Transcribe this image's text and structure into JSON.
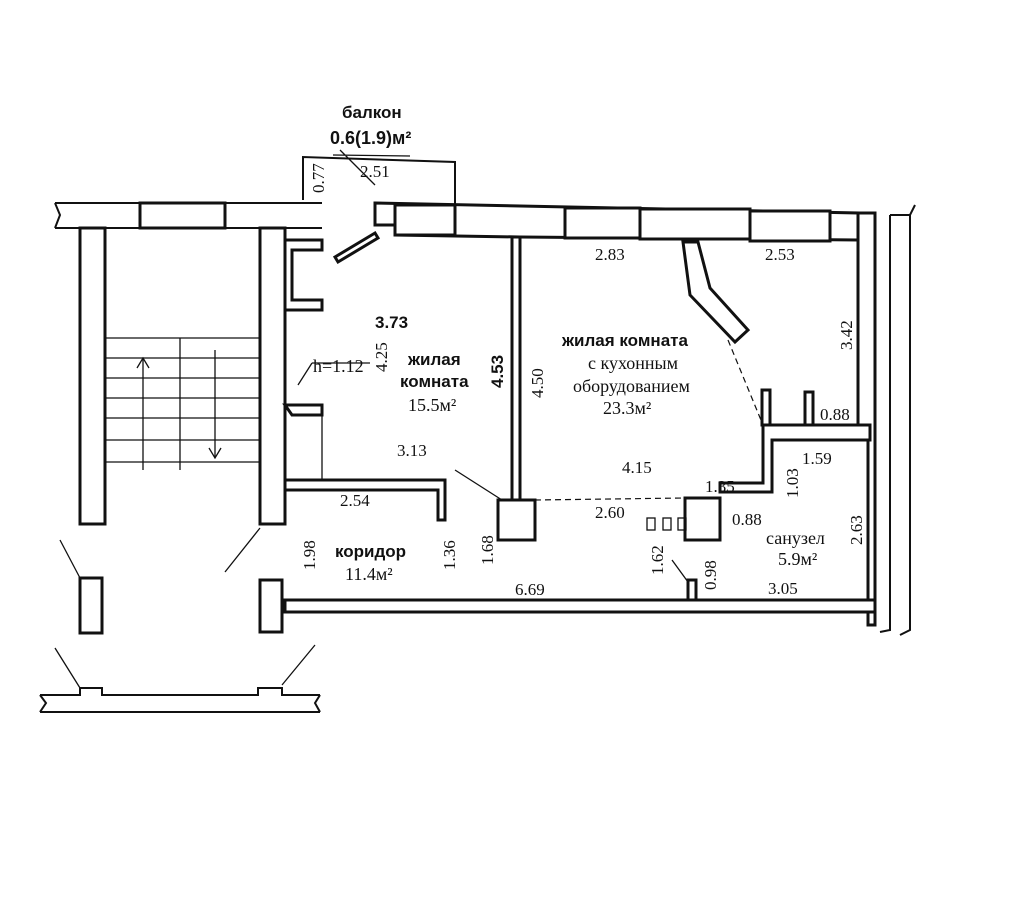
{
  "balcony": {
    "title": "балкон",
    "area": "0.6(1.9)м²",
    "width": "2.51",
    "depth": "0.77"
  },
  "living_room": {
    "line1": "жилая",
    "line2": "комната",
    "area": "15.5м²",
    "dim_top": "3.73",
    "dim_left": "4.25",
    "dim_bottom": "3.13",
    "sill_height": "h=1.12",
    "dim_right": "4.53"
  },
  "kitchen_room": {
    "line1": "жилая комната",
    "line2": "с кухонным",
    "line3": "оборудованием",
    "area": "23.3м²",
    "dim_top_left": "2.83",
    "dim_top_right": "2.53",
    "dim_right": "3.42",
    "dim_left": "4.50",
    "dim_bottom": "4.15",
    "dim_bottom_left": "2.60",
    "dim_niche": "1.35",
    "dim_niche_depth": "0.88"
  },
  "corridor": {
    "title": "коридор",
    "area": "11.4м²",
    "dim_top": "2.54",
    "dim_left": "1.98",
    "dim_mid": "1.36",
    "dim_right": "1.68",
    "dim_bottom": "6.69",
    "dim_door": "1.62",
    "dim_side": "0.98"
  },
  "bathroom": {
    "title": "санузел",
    "area": "5.9м²",
    "dim_top": "0.88",
    "dim_width": "1.59",
    "dim_left": "1.03",
    "dim_right": "2.63",
    "dim_bottom": "3.05"
  }
}
